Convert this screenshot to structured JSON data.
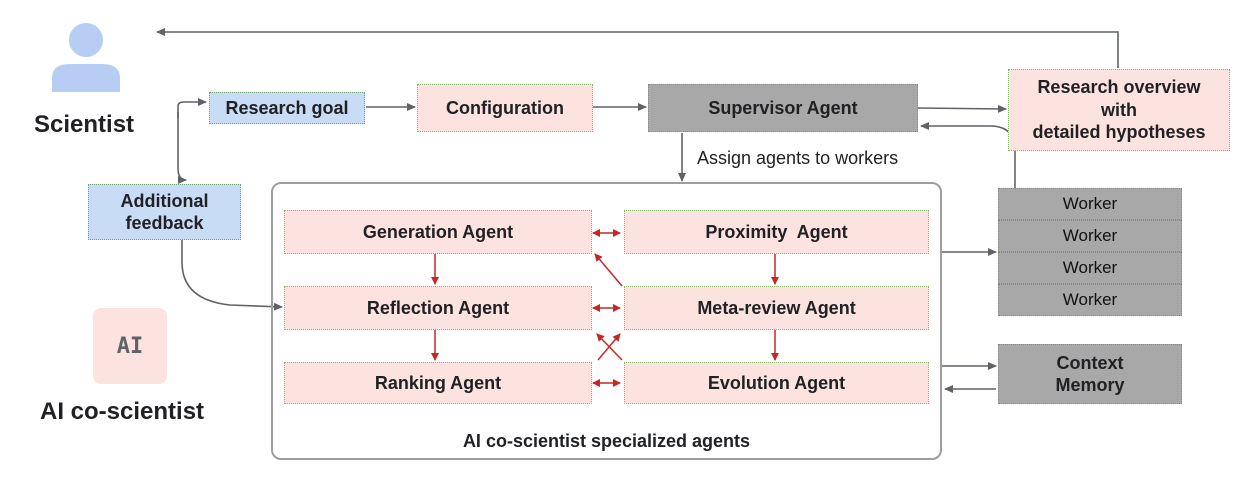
{
  "scientist": {
    "label": "Scientist",
    "icon": "person-icon"
  },
  "ai": {
    "badge": "AI",
    "label": "AI co-scientist"
  },
  "pipeline": {
    "research_goal": "Research goal",
    "configuration": "Configuration",
    "supervisor": "Supervisor Agent",
    "overview": [
      "Research overview",
      "with",
      "detailed hypotheses"
    ],
    "assign": "Assign agents to workers",
    "feedback": [
      "Additional",
      "feedback"
    ]
  },
  "agents": {
    "generation": "Generation Agent",
    "proximity": "Proximity  Agent",
    "reflection": "Reflection Agent",
    "metareview": "Meta-review Agent",
    "ranking": "Ranking Agent",
    "evolution": "Evolution Agent",
    "panel_label": "AI co-scientist specialized agents"
  },
  "workers": [
    "Worker",
    "Worker",
    "Worker",
    "Worker"
  ],
  "memory": [
    "Context",
    "Memory"
  ],
  "colors": {
    "pink": "#fce3df",
    "blue": "#c9dcf6",
    "gray": "#a8a8a8",
    "red_arrow": "#c62828",
    "gray_arrow": "#5f6368"
  }
}
